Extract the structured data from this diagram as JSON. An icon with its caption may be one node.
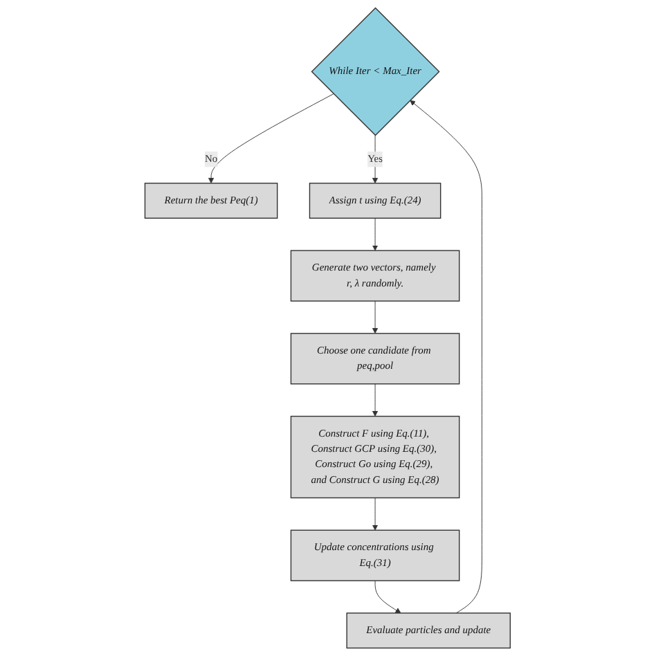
{
  "diagram": {
    "nodes": [
      {
        "text": [
          "Return the best Peq(1)"
        ]
      },
      {
        "text": [
          "While Iter < Max_Iter"
        ]
      },
      {
        "text": [
          "Assign t using Eq.(24)"
        ]
      },
      {
        "text": [
          "Generate two vectors, namely r, λ randomly."
        ]
      },
      {
        "text": [
          "Choose one candidate from peq,pool"
        ]
      },
      {
        "text": [
          "Construct F using Eq.(11), Construct GCP using Eq.(30), Construct Go using Eq.(29), and Construct G using Eq.(28)"
        ]
      },
      {
        "text": [
          "Update concentrations using Eq.(31)"
        ]
      },
      {
        "text": [
          "Evaluate particles and update"
        ]
      }
    ],
    "edges": [
      {
        "from": 1,
        "to": 0,
        "arrow": "to",
        "label": "No"
      },
      {
        "from": 1,
        "to": 2,
        "arrow": "to",
        "label": "Yes"
      },
      {
        "from": 2,
        "to": 3,
        "arrow": "to"
      },
      {
        "from": 3,
        "to": 4,
        "arrow": "to"
      },
      {
        "from": 4,
        "to": 5,
        "arrow": "to"
      },
      {
        "from": 5,
        "to": 6,
        "arrow": "to"
      },
      {
        "from": 6,
        "to": 7,
        "arrow": "to"
      },
      {
        "from": 7,
        "to": 1,
        "arrow": "to"
      }
    ]
  }
}
